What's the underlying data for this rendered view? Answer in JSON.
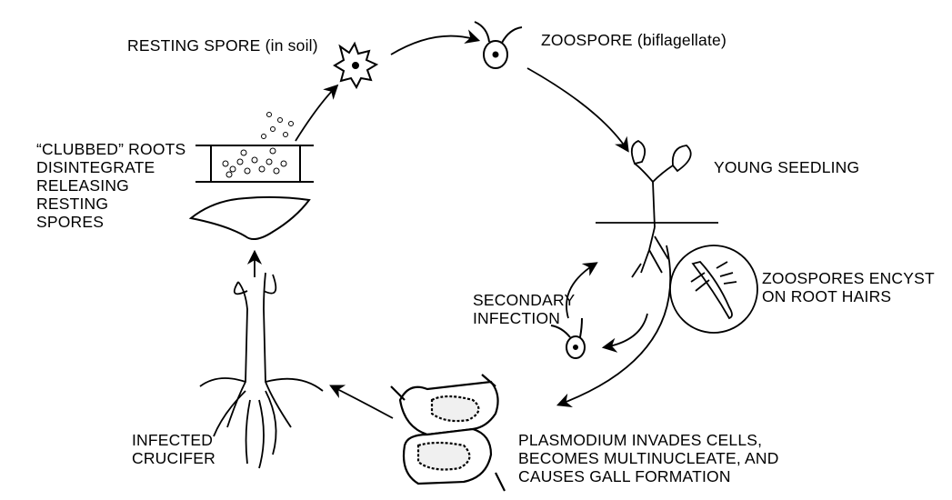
{
  "labels": {
    "resting_spore": "RESTING SPORE (in soil)",
    "zoospore": "ZOOSPORE (biflagellate)",
    "young_seedling": "YOUNG SEEDLING",
    "zoospores_encyst": [
      "ZOOSPORES ENCYST",
      "ON ROOT HAIRS"
    ],
    "secondary_infection": [
      "SECONDARY",
      "INFECTION"
    ],
    "plasmodium": [
      "PLASMODIUM INVADES CELLS,",
      "BECOMES MULTINUCLEATE, AND",
      "CAUSES GALL FORMATION"
    ],
    "infected_crucifer": [
      "INFECTED",
      "CRUCIFER"
    ],
    "clubbed_roots": [
      "“CLUBBED” ROOTS",
      "DISINTEGRATE",
      "RELEASING",
      "RESTING",
      "SPORES"
    ]
  }
}
